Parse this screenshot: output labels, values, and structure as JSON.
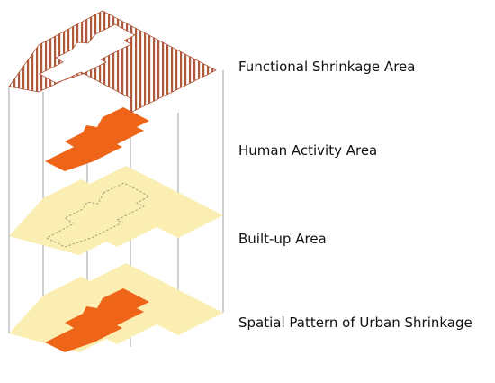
{
  "layers": [
    {
      "label": "Functional Shrinkage Area",
      "pattern": "hatched"
    },
    {
      "label": "Human Activity Area",
      "pattern": "solid"
    },
    {
      "label": "Built-up Area",
      "pattern": "solid-with-dashed-outline"
    },
    {
      "label": "Spatial Pattern of Urban Shrinkage",
      "pattern": "solid-with-overlay"
    }
  ],
  "colors": {
    "hatch": "#b0583a",
    "activity": "#ee6418",
    "builtup": "#fbeeb2",
    "dashed": "#a09675",
    "connector": "#8a8a8a"
  }
}
